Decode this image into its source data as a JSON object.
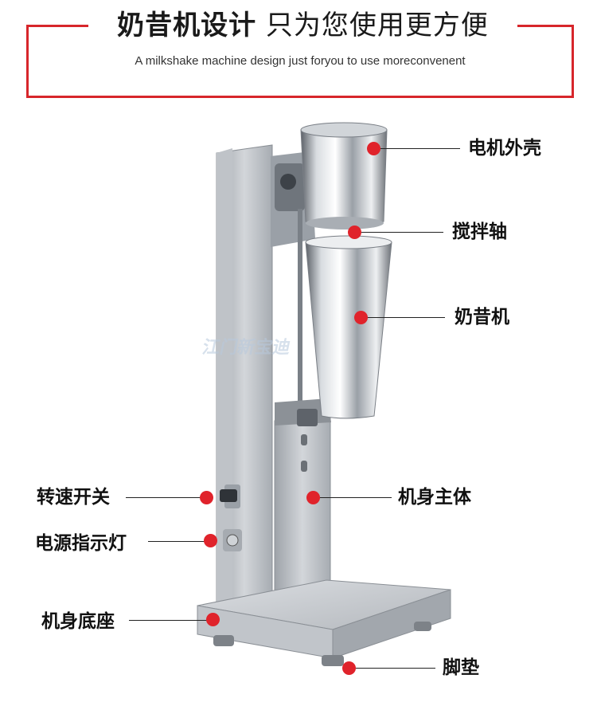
{
  "header": {
    "title_bold": "奶昔机设计",
    "title_light": "只为您使用更方便",
    "subtitle": "A milkshake machine design just foryou to use moreconvenent"
  },
  "watermark": "江门新宝迪",
  "labels": {
    "motor_housing": "电机外壳",
    "mixing_shaft": "搅拌轴",
    "milkshake_cup": "奶昔机",
    "speed_switch": "转速开关",
    "main_body": "机身主体",
    "power_indicator": "电源指示灯",
    "base": "机身底座",
    "feet": "脚垫"
  },
  "colors": {
    "accent_red": "#d7262b",
    "dot_red": "#e0232b",
    "steel": "#c7cbcf"
  }
}
